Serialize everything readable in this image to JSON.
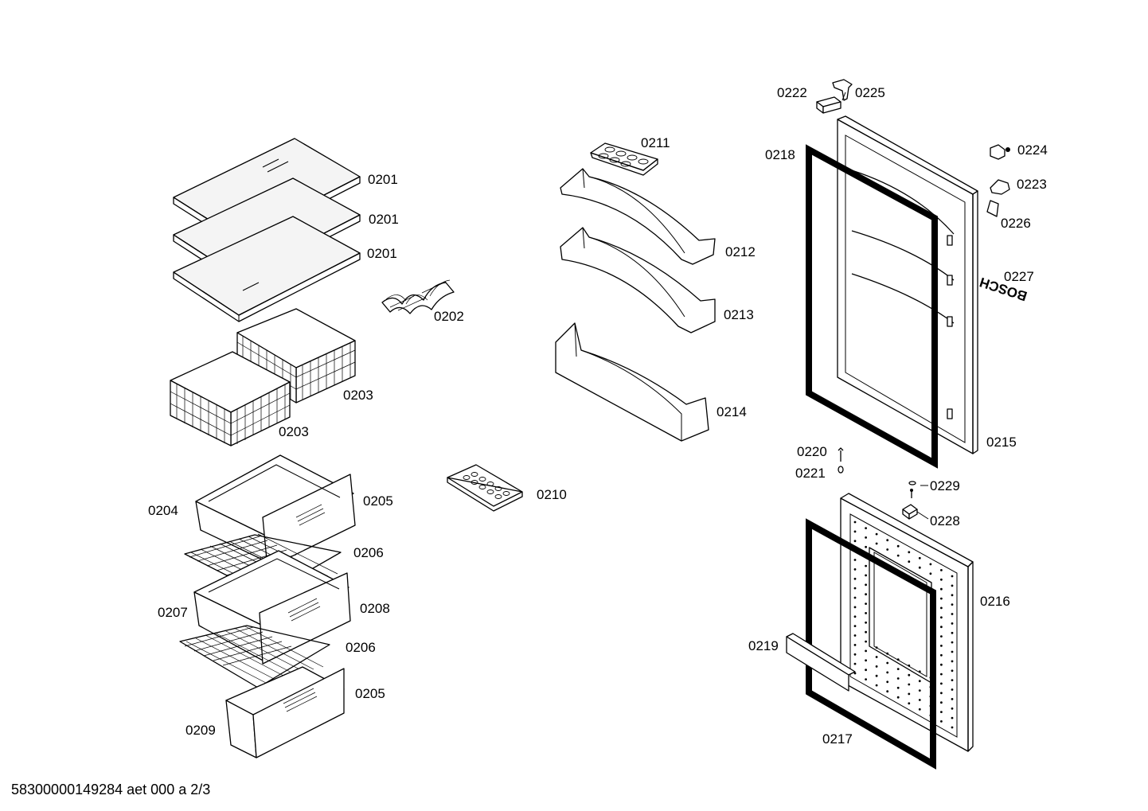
{
  "footer_code": "58300000149284 aet 000 a 2/3",
  "brand_text": "BOSCH",
  "labels": {
    "p0201a": "0201",
    "p0201b": "0201",
    "p0201c": "0201",
    "p0202": "0202",
    "p0203a": "0203",
    "p0203b": "0203",
    "p0204": "0204",
    "p0205a": "0205",
    "p0205b": "0205",
    "p0206a": "0206",
    "p0206b": "0206",
    "p0207": "0207",
    "p0208": "0208",
    "p0209": "0209",
    "p0210": "0210",
    "p0211": "0211",
    "p0212": "0212",
    "p0213": "0213",
    "p0214": "0214",
    "p0215": "0215",
    "p0216": "0216",
    "p0217": "0217",
    "p0218": "0218",
    "p0219": "0219",
    "p0220": "0220",
    "p0221": "0221",
    "p0222": "0222",
    "p0223": "0223",
    "p0224": "0224",
    "p0225": "0225",
    "p0226": "0226",
    "p0227": "0227",
    "p0228": "0228",
    "p0229": "0229"
  }
}
